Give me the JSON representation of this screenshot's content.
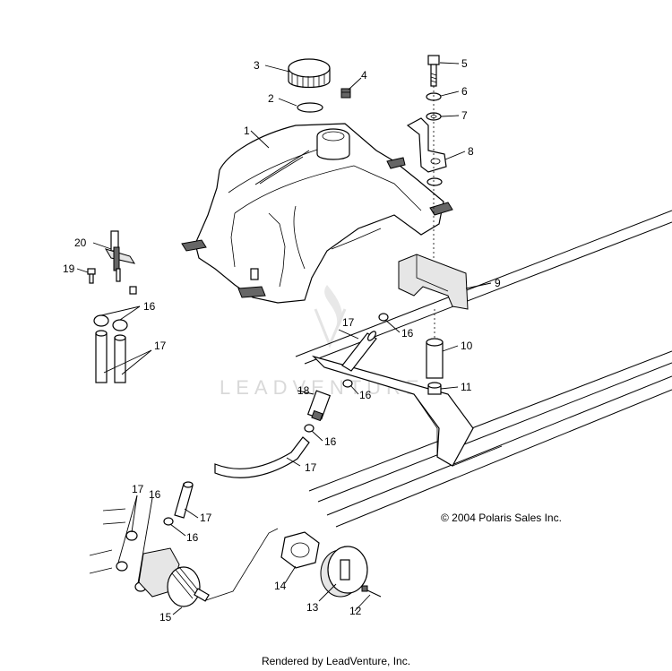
{
  "labels": {
    "l1": "1",
    "l2": "2",
    "l3": "3",
    "l4": "4",
    "l5": "5",
    "l6": "6",
    "l7": "7",
    "l8": "8",
    "l9": "9",
    "l10": "10",
    "l11": "11",
    "l12": "12",
    "l13": "13",
    "l14": "14",
    "l15": "15",
    "l16": "16",
    "l17": "17",
    "l18": "18",
    "l19": "19",
    "l20": "20"
  },
  "watermark": "LEADVENTURE",
  "copyright": "© 2004 Polaris Sales Inc.",
  "footer": "Rendered by LeadVenture, Inc."
}
